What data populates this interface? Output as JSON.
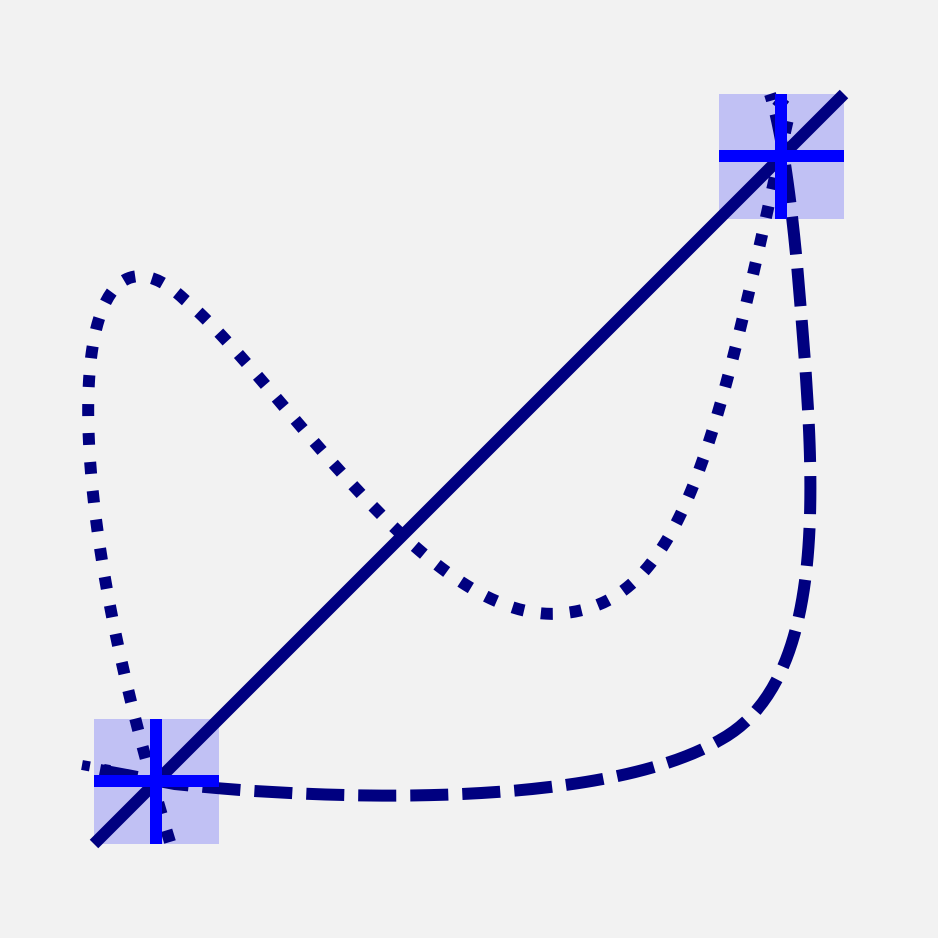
{
  "colors": {
    "background": "#f2f2f2",
    "curve": "#000080",
    "handle_fill": "#0000ff",
    "handle_fill_opacity": 0.2,
    "handle_cross": "#0000ff"
  },
  "diagram": {
    "handles": [
      {
        "name": "start-point-handle"
      },
      {
        "name": "end-point-handle"
      }
    ],
    "curves": [
      {
        "name": "straight-line",
        "style": "solid"
      },
      {
        "name": "dashed-curve",
        "style": "dashed"
      },
      {
        "name": "dotted-curve",
        "style": "dotted"
      }
    ]
  }
}
